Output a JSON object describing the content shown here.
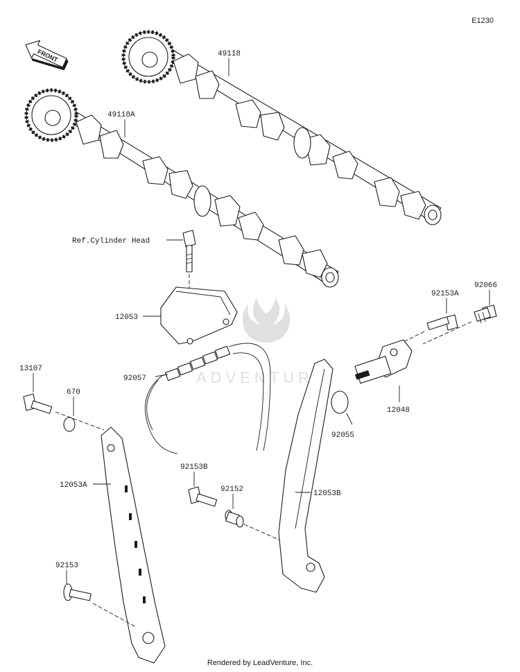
{
  "diagram_code": "E1230",
  "front_label": "FRONT",
  "watermark": "ADVENTURE",
  "footer": "Rendered by LeadVenture, Inc.",
  "parts": {
    "p49118": "49118",
    "p49118A": "49118A",
    "ref_cylinder_head": "Ref.Cylinder Head",
    "p12053": "12053",
    "p92057": "92057",
    "p13107": "13107",
    "p670": "670",
    "p12053A": "12053A",
    "p92153": "92153",
    "p92153B": "92153B",
    "p92152": "92152",
    "p12053B": "12053B",
    "p92153A": "92153A",
    "p92066": "92066",
    "p12048": "12048",
    "p92055": "92055"
  }
}
